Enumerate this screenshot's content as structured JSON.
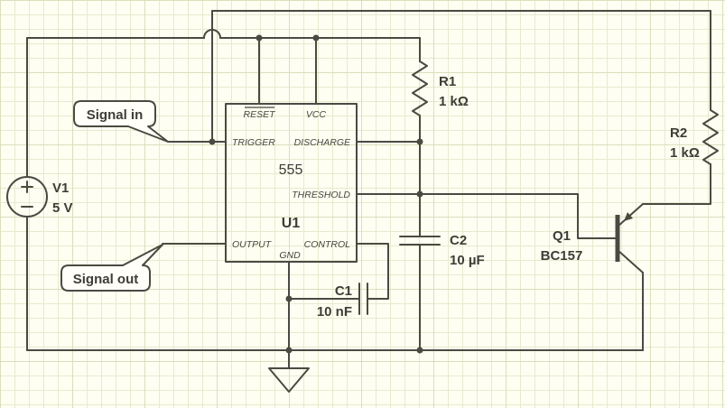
{
  "schematic": {
    "kind": "555-timer-circuit"
  },
  "colors": {
    "background": "#fffef2",
    "grid": "#e7eacf",
    "wire": "#4b4a42",
    "text": "#3e3d36"
  },
  "source": {
    "name": "V1",
    "value": "5 V"
  },
  "ic": {
    "name": "U1",
    "part": "555",
    "pins": {
      "reset": "RESET",
      "vcc": "VCC",
      "trigger": "TRIGGER",
      "discharge": "DISCHARGE",
      "threshold": "THRESHOLD",
      "output": "OUTPUT",
      "control": "CONTROL",
      "gnd": "GND"
    }
  },
  "resistors": {
    "r1": {
      "name": "R1",
      "value": "1 kΩ"
    },
    "r2": {
      "name": "R2",
      "value": "1 kΩ"
    }
  },
  "capacitors": {
    "c1": {
      "name": "C1",
      "value": "10 nF"
    },
    "c2": {
      "name": "C2",
      "value": "10 µF"
    }
  },
  "transistor": {
    "name": "Q1",
    "value": "BC157"
  },
  "flags": {
    "in": "Signal in",
    "out": "Signal out"
  }
}
